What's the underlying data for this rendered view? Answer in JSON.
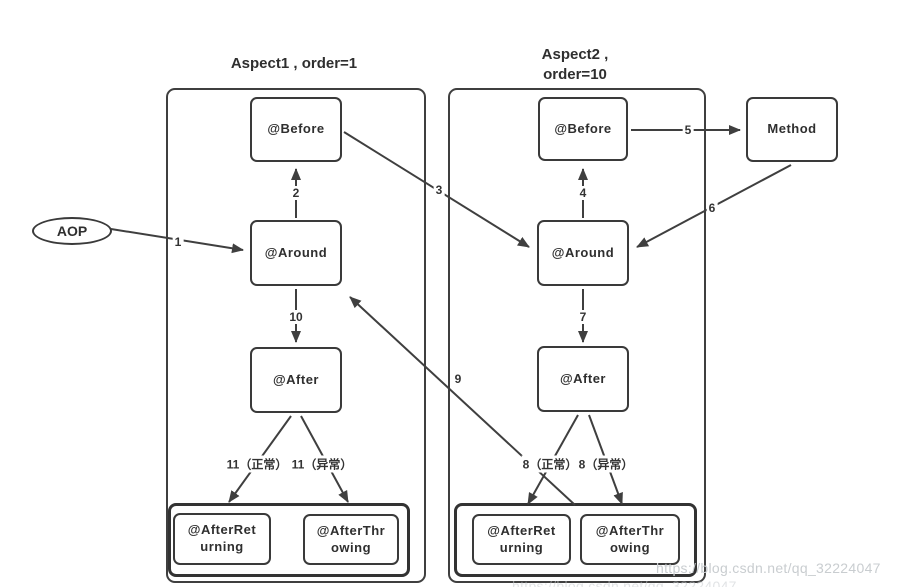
{
  "colors": {
    "line": "#3f3f3f",
    "box_border": "#3a3a3a",
    "text": "#2f2f2f",
    "watermark": "#c9cdd0",
    "background": "#ffffff"
  },
  "source": {
    "label": "AOP"
  },
  "aspect1": {
    "title": "Aspect1 , order=1",
    "before": "@Before",
    "around": "@Around",
    "after": "@After",
    "after_returning_l1": "@AfterRet",
    "after_returning_l2": "urning",
    "after_throwing_l1": "@AfterThr",
    "after_throwing_l2": "owing",
    "branch_normal": "11（正常）",
    "branch_exception": "11（异常）"
  },
  "aspect2": {
    "title_l1": "Aspect2 ,",
    "title_l2": "order=10",
    "before": "@Before",
    "around": "@Around",
    "after": "@After",
    "after_returning_l1": "@AfterRet",
    "after_returning_l2": "urning",
    "after_throwing_l1": "@AfterThr",
    "after_throwing_l2": "owing",
    "branch_normal": "8（正常）",
    "branch_exception": "8（异常）"
  },
  "method": {
    "label": "Method"
  },
  "edge_labels": {
    "e1": "1",
    "e2": "2",
    "e3": "3",
    "e4": "4",
    "e5": "5",
    "e6": "6",
    "e7": "7",
    "e9": "9",
    "e10": "10"
  },
  "watermark": {
    "text": "https://blog.csdn.net/qq_32224047"
  }
}
